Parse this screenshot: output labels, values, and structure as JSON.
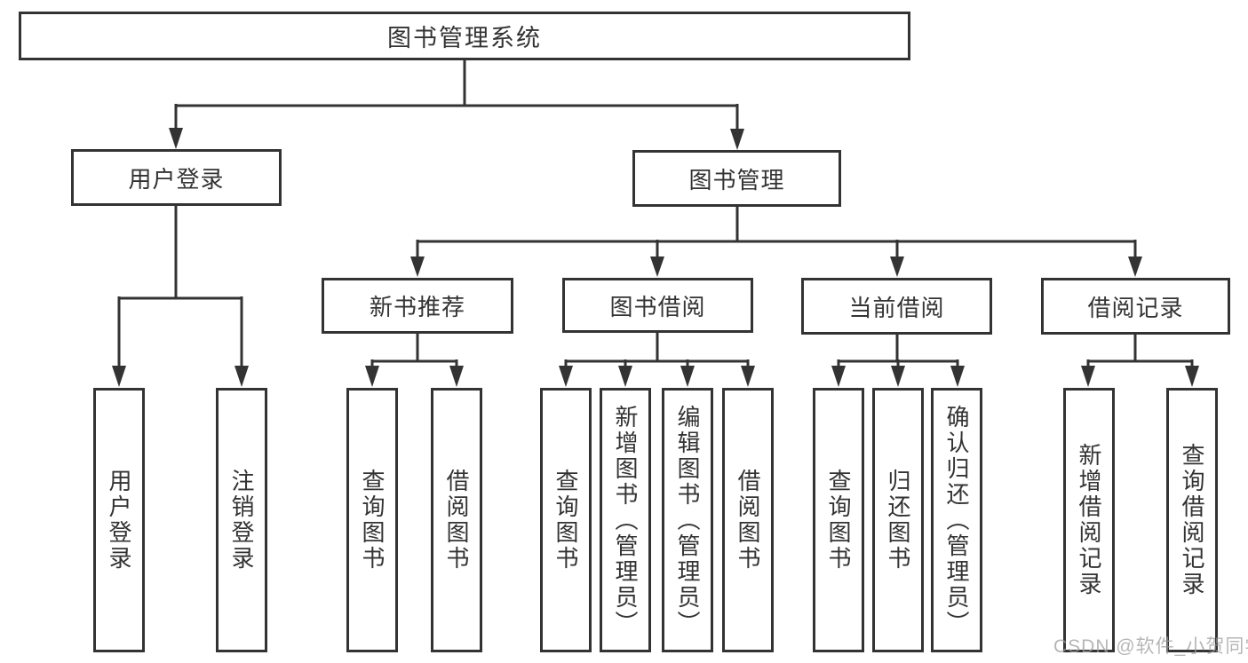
{
  "diagram": {
    "root": {
      "label": "图书管理系统"
    },
    "level1": [
      {
        "label": "用户登录"
      },
      {
        "label": "图书管理"
      }
    ],
    "level2": [
      {
        "label": "新书推荐"
      },
      {
        "label": "图书借阅"
      },
      {
        "label": "当前借阅"
      },
      {
        "label": "借阅记录"
      }
    ],
    "leaves": {
      "user_login": [
        {
          "label": "用户登录"
        },
        {
          "label": "注销登录"
        }
      ],
      "new_book": [
        {
          "label": "查询图书"
        },
        {
          "label": "借阅图书"
        }
      ],
      "book_borrow": [
        {
          "label": "查询图书"
        },
        {
          "label": "新增图书（管理员）"
        },
        {
          "label": "编辑图书（管理员）"
        },
        {
          "label": "借阅图书"
        }
      ],
      "current_borrow": [
        {
          "label": "查询图书"
        },
        {
          "label": "归还图书"
        },
        {
          "label": "确认归还（管理员）"
        }
      ],
      "borrow_record": [
        {
          "label": "新增借阅记录"
        },
        {
          "label": "查询借阅记录"
        }
      ]
    }
  },
  "watermark": "CSDN @软件_小贺同学",
  "colors": {
    "line": "#333333",
    "text": "#333333",
    "watermark": "#9e9e9e",
    "background": "#ffffff"
  }
}
